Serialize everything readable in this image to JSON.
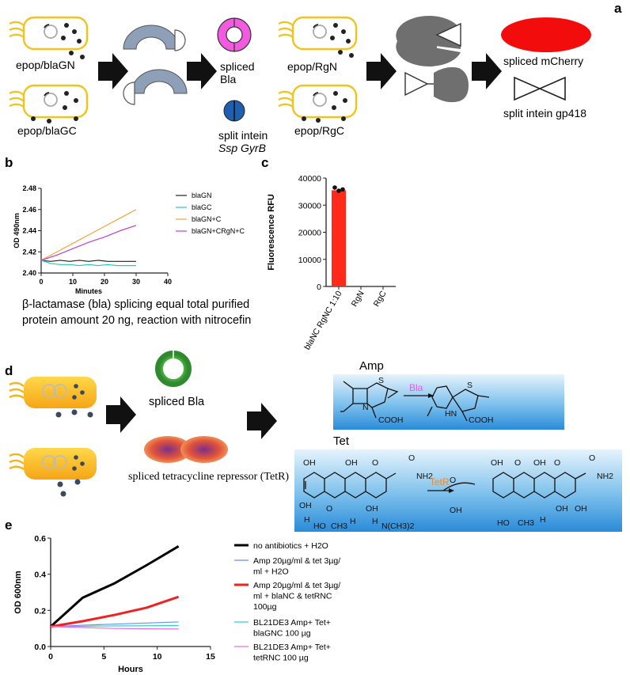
{
  "panel_a": {
    "letter": "a",
    "cell_labels": [
      "epop/blaGN",
      "epop/blaGC",
      "epop/RgN",
      "epop/RgC"
    ],
    "spliced_bla": [
      "spliced",
      "Bla"
    ],
    "split_intein": [
      "split intein",
      "Ssp GyrB"
    ],
    "spliced_mcherry": "spliced mCherry",
    "split_intein_gp418": "split intein gp418",
    "colors": {
      "cell_outline": "#f2c31a",
      "bla_magenta": "#f25ae0",
      "intein_blue": "#1f5fb0",
      "mcherry_red": "#f20c0c",
      "intein_gray": "#6f6f6f",
      "half_ring": "#8ea0b8"
    }
  },
  "panel_b": {
    "letter": "b",
    "caption_line1": "β-lactamase (bla) splicing equal total purified",
    "caption_line2": "protein amount 20 ng, reaction with nitrocefin"
  },
  "panel_c": {
    "letter": "c"
  },
  "panel_d": {
    "letter": "d",
    "spliced_bla": "spliced Bla",
    "spliced_tetr": "spliced tetracycline repressor (TetR)",
    "amp_title": "Amp",
    "tet_title": "Tet",
    "bla_arrow_label": "Bla",
    "tetr_arrow_label": "TetR",
    "chem_labels": [
      "S",
      "N",
      "COOH",
      "S",
      "HN",
      "COOH",
      "OH",
      "OH",
      "O",
      "OH",
      "O",
      "OH",
      "O",
      "NH2",
      "H",
      "HO",
      "CH3",
      "H",
      "H",
      "N(CH3)2",
      "OH",
      "O",
      "OH",
      "O",
      "OH",
      "O",
      "NH2",
      "O",
      "OH",
      "HO",
      "CH3",
      "H",
      "OH"
    ]
  },
  "panel_e": {
    "letter": "e"
  },
  "chart_data": [
    {
      "type": "line",
      "id": "b",
      "title": "",
      "xlabel": "Minutes",
      "ylabel": "OD 490nm",
      "xlim": [
        0,
        40
      ],
      "ylim": [
        2.4,
        2.48
      ],
      "xticks": [
        "0",
        "10",
        "20",
        "30",
        "40"
      ],
      "yticks": [
        "2.40",
        "2.42",
        "2.44",
        "2.46",
        "2.48"
      ],
      "legend_position": "right",
      "series": [
        {
          "name": "blaGN",
          "color": "#222222",
          "x": [
            0,
            3,
            6,
            9,
            12,
            15,
            18,
            21,
            24,
            27,
            30
          ],
          "y": [
            2.412,
            2.411,
            2.412,
            2.411,
            2.412,
            2.411,
            2.412,
            2.411,
            2.411,
            2.411,
            2.411
          ]
        },
        {
          "name": "blaGC",
          "color": "#22c8c8",
          "x": [
            0,
            3,
            6,
            9,
            12,
            15,
            18,
            21,
            24,
            27,
            30
          ],
          "y": [
            2.412,
            2.409,
            2.408,
            2.408,
            2.407,
            2.408,
            2.407,
            2.408,
            2.407,
            2.407,
            2.407
          ]
        },
        {
          "name": "blaGN+C",
          "color": "#f4a43c",
          "x": [
            0,
            5,
            10,
            15,
            20,
            25,
            30
          ],
          "y": [
            2.412,
            2.42,
            2.428,
            2.436,
            2.444,
            2.452,
            2.46
          ]
        },
        {
          "name": "blaGN+CRgN+C",
          "color": "#c040c8",
          "x": [
            0,
            5,
            10,
            15,
            20,
            25,
            30
          ],
          "y": [
            2.412,
            2.417,
            2.423,
            2.429,
            2.434,
            2.44,
            2.445
          ]
        }
      ]
    },
    {
      "type": "bar",
      "id": "c",
      "title": "",
      "ylabel": "Fluorescence RFU",
      "categories": [
        "blaNC RgNC 1:10",
        "RgN",
        "RgC"
      ],
      "values": [
        35500,
        0,
        0
      ],
      "points": [
        36500,
        35300,
        35800
      ],
      "ylim": [
        0,
        40000
      ],
      "yticks": [
        "0",
        "10000",
        "20000",
        "30000",
        "40000"
      ],
      "bar_color": "#ff2a1a"
    },
    {
      "type": "line",
      "id": "e",
      "title": "",
      "xlabel": "Hours",
      "ylabel": "OD 600nm",
      "xlim": [
        0,
        15
      ],
      "ylim": [
        0,
        0.6
      ],
      "xticks": [
        "0",
        "5",
        "10",
        "15"
      ],
      "yticks": [
        "0.0",
        "0.2",
        "0.4",
        "0.6"
      ],
      "legend_position": "right",
      "series": [
        {
          "name": "no antibiotics + H2O",
          "lines": [
            "no antibiotics + H2O"
          ],
          "color": "#000000",
          "width": 3,
          "x": [
            0,
            3,
            6,
            9,
            12
          ],
          "y": [
            0.11,
            0.27,
            0.35,
            0.45,
            0.555
          ]
        },
        {
          "name": "Amp 20µg/ml & tet 3µg/ml + H2O",
          "lines": [
            "Amp 20µg/ml & tet 3µg/",
            "ml + H2O"
          ],
          "color": "#6a8ef0",
          "width": 1.2,
          "x": [
            0,
            3,
            6,
            9,
            12
          ],
          "y": [
            0.11,
            0.118,
            0.124,
            0.13,
            0.136
          ]
        },
        {
          "name": "Amp 20µg/ml & tet 3µg/ml + blaNC & tetRNC 100µg",
          "lines": [
            "Amp 20µg/ml & tet 3µg/",
            "ml + blaNC & tetRNC",
            "100µg"
          ],
          "color": "#ee2222",
          "width": 3,
          "x": [
            0,
            3,
            6,
            9,
            12
          ],
          "y": [
            0.11,
            0.14,
            0.175,
            0.215,
            0.275
          ]
        },
        {
          "name": "BL21DE3 Amp+ Tet+ blaGNC 100 µg",
          "lines": [
            "BL21DE3 Amp+ Tet+",
            "blaGNC 100 µg"
          ],
          "color": "#30d0d0",
          "width": 1.2,
          "x": [
            0,
            3,
            6,
            9,
            12
          ],
          "y": [
            0.11,
            0.112,
            0.114,
            0.115,
            0.116
          ]
        },
        {
          "name": "BL21DE3 Amp+ Tet+ tetRNC 100 µg",
          "lines": [
            "BL21DE3 Amp+ Tet+",
            "tetRNC 100 µg"
          ],
          "color": "#e070e0",
          "width": 1.2,
          "x": [
            0,
            3,
            6,
            9,
            12
          ],
          "y": [
            0.11,
            0.105,
            0.1,
            0.098,
            0.097
          ]
        }
      ]
    }
  ]
}
